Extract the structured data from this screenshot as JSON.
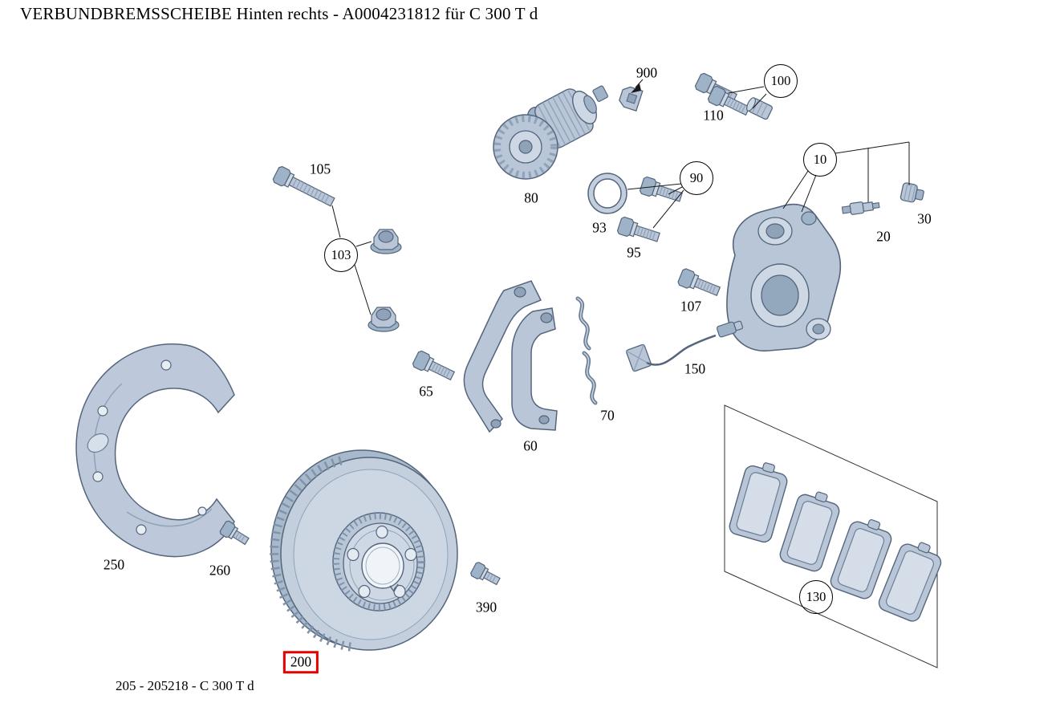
{
  "title": "VERBUNDBREMSSCHEIBE Hinten rechts - A0004231812 für C 300 T d",
  "footer": "205 - 205218 - C 300 T d",
  "selected_label": "200",
  "colors": {
    "highlight": "#e60000",
    "part_fill": "#b9c6d8",
    "part_stroke": "#54657c",
    "background": "#ffffff"
  },
  "labels": {
    "l10": "10",
    "l20": "20",
    "l30": "30",
    "l60": "60",
    "l65": "65",
    "l70": "70",
    "l80": "80",
    "l90": "90",
    "l93": "93",
    "l95": "95",
    "l100": "100",
    "l103": "103",
    "l105": "105",
    "l107": "107",
    "l110": "110",
    "l130": "130",
    "l150": "150",
    "l200": "200",
    "l250": "250",
    "l260": "260",
    "l390": "390",
    "l900": "900"
  }
}
